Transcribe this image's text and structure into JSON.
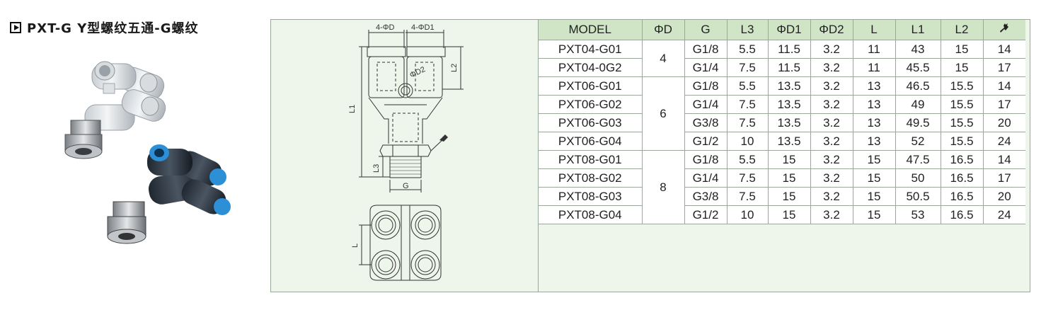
{
  "title": "PXT-G Y型螺纹五通-G螺纹",
  "drawing": {
    "label_d": "4-ΦD",
    "label_d1": "4-ΦD1",
    "label_d2": "ΦD2",
    "label_l1": "L1",
    "label_l2": "L2",
    "label_l3": "L3",
    "label_g": "G",
    "label_l": "L"
  },
  "table": {
    "headers": [
      "MODEL",
      "ΦD",
      "G",
      "L3",
      "ΦD1",
      "ΦD2",
      "L",
      "L1",
      "L2"
    ],
    "wrench_header_icon": "wrench-icon",
    "rows": [
      {
        "model": "PXT04-G01",
        "g": "G1/8",
        "l3": "5.5",
        "d1": "11.5",
        "d2": "3.2",
        "l": "11",
        "l1": "43",
        "l2": "15",
        "wrench": "14"
      },
      {
        "model": "PXT04-0G2",
        "g": "G1/4",
        "l3": "7.5",
        "d1": "11.5",
        "d2": "3.2",
        "l": "11",
        "l1": "45.5",
        "l2": "15",
        "wrench": "17"
      },
      {
        "model": "PXT06-G01",
        "g": "G1/8",
        "l3": "5.5",
        "d1": "13.5",
        "d2": "3.2",
        "l": "13",
        "l1": "46.5",
        "l2": "15.5",
        "wrench": "14"
      },
      {
        "model": "PXT06-G02",
        "g": "G1/4",
        "l3": "7.5",
        "d1": "13.5",
        "d2": "3.2",
        "l": "13",
        "l1": "49",
        "l2": "15.5",
        "wrench": "17"
      },
      {
        "model": "PXT06-G03",
        "g": "G3/8",
        "l3": "7.5",
        "d1": "13.5",
        "d2": "3.2",
        "l": "13",
        "l1": "49.5",
        "l2": "15.5",
        "wrench": "20"
      },
      {
        "model": "PXT06-G04",
        "g": "G1/2",
        "l3": "10",
        "d1": "13.5",
        "d2": "3.2",
        "l": "13",
        "l1": "52",
        "l2": "15.5",
        "wrench": "24"
      },
      {
        "model": "PXT08-G01",
        "g": "G1/8",
        "l3": "5.5",
        "d1": "15",
        "d2": "3.2",
        "l": "15",
        "l1": "47.5",
        "l2": "16.5",
        "wrench": "14"
      },
      {
        "model": "PXT08-G02",
        "g": "G1/4",
        "l3": "7.5",
        "d1": "15",
        "d2": "3.2",
        "l": "15",
        "l1": "50",
        "l2": "16.5",
        "wrench": "17"
      },
      {
        "model": "PXT08-G03",
        "g": "G3/8",
        "l3": "7.5",
        "d1": "15",
        "d2": "3.2",
        "l": "15",
        "l1": "50.5",
        "l2": "16.5",
        "wrench": "20"
      },
      {
        "model": "PXT08-G04",
        "g": "G1/2",
        "l3": "10",
        "d1": "15",
        "d2": "3.2",
        "l": "15",
        "l1": "53",
        "l2": "16.5",
        "wrench": "24"
      }
    ],
    "groups": [
      {
        "d": "4",
        "rowspan": 2
      },
      {
        "d": "6",
        "rowspan": 4
      },
      {
        "d": "8",
        "rowspan": 4
      }
    ]
  },
  "colors": {
    "header_bg": "#cfe5c6",
    "panel_bg": "#eef5ea",
    "grid": "#9aa79a"
  }
}
